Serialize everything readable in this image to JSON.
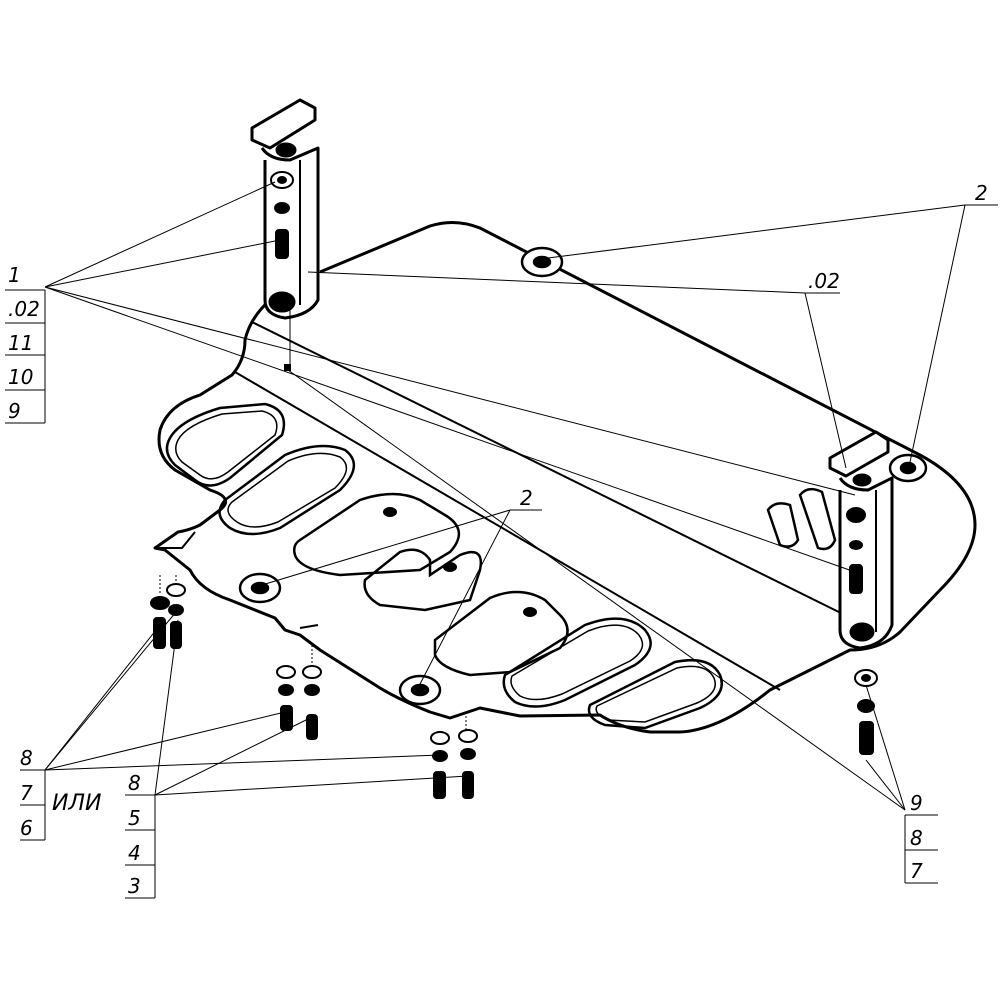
{
  "callouts_left": {
    "item_1": "1",
    "item_02": ".02",
    "item_11": "11",
    "item_10": "10",
    "item_9": "9"
  },
  "callouts_top_right": {
    "item_2": "2",
    "item_02": ".02"
  },
  "callout_center": {
    "item_2": "2"
  },
  "callouts_bottom_left": {
    "item_8": "8",
    "item_7": "7",
    "item_6": "6",
    "or_text": "ИЛИ"
  },
  "callouts_bottom_mid": {
    "item_8": "8",
    "item_5": "5",
    "item_4": "4",
    "item_3": "3"
  },
  "callouts_bottom_right": {
    "item_9": "9",
    "item_8": "8",
    "item_7": "7"
  }
}
